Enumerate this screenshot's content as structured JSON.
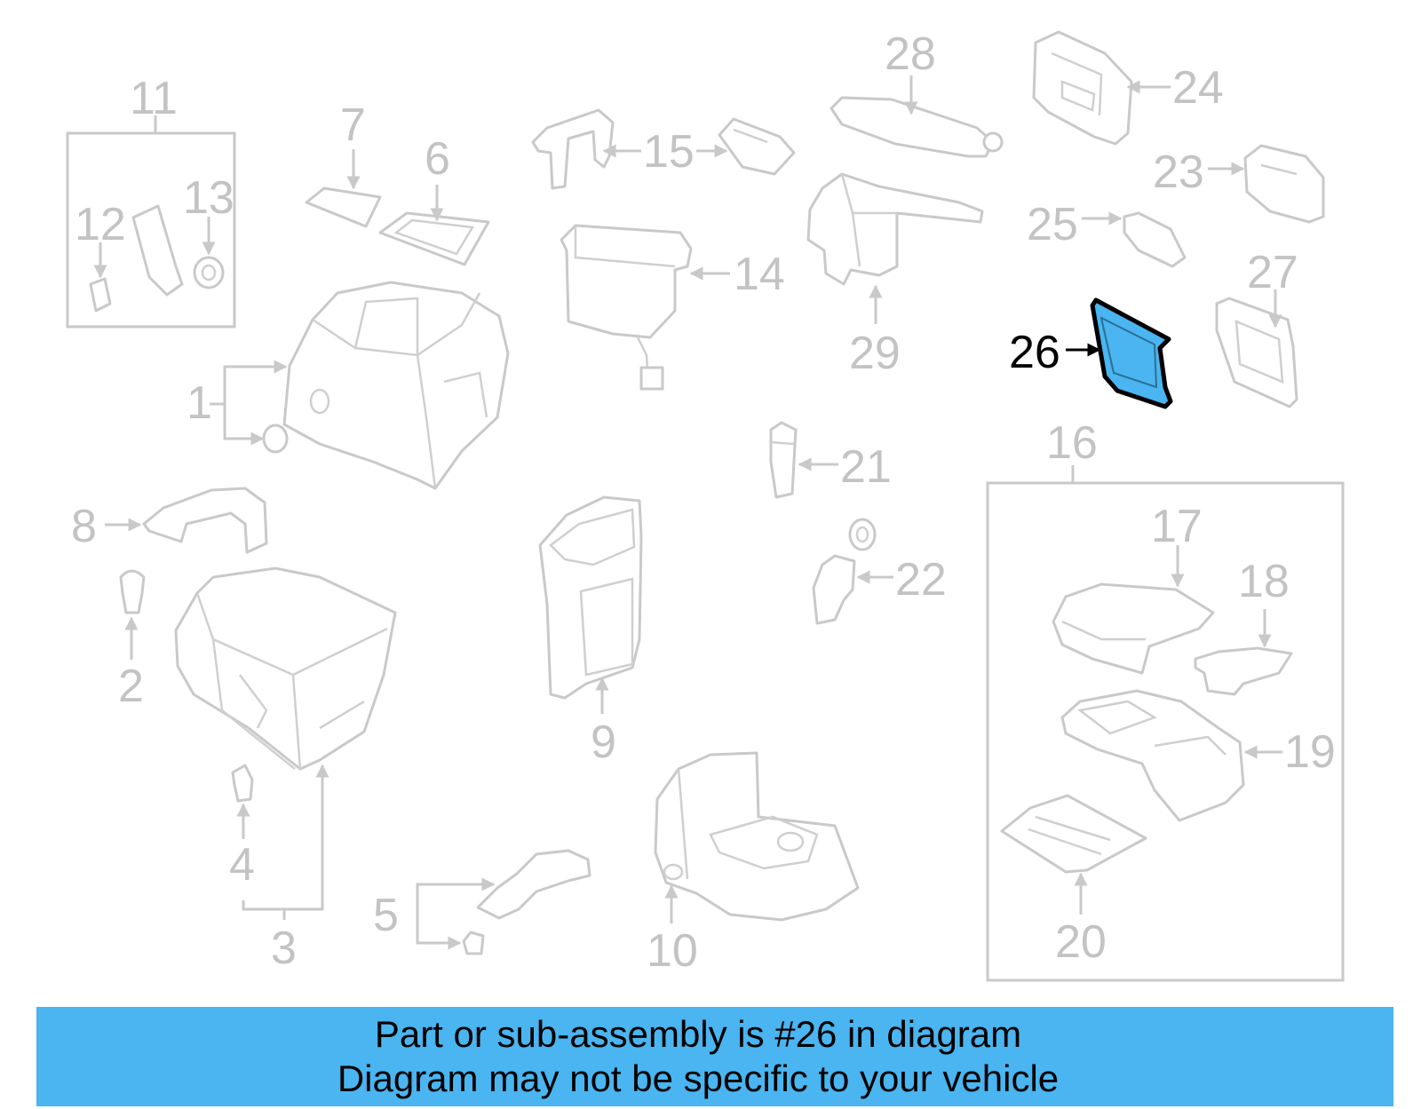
{
  "highlight_color": "#4ab5f0",
  "callouts": {
    "c1": "1",
    "c2": "2",
    "c3": "3",
    "c4": "4",
    "c5": "5",
    "c6": "6",
    "c7": "7",
    "c8": "8",
    "c9": "9",
    "c10": "10",
    "c11": "11",
    "c12": "12",
    "c13": "13",
    "c14": "14",
    "c15": "15",
    "c16": "16",
    "c17": "17",
    "c18": "18",
    "c19": "19",
    "c20": "20",
    "c21": "21",
    "c22": "22",
    "c23": "23",
    "c24": "24",
    "c25": "25",
    "c26": "26",
    "c27": "27",
    "c28": "28",
    "c29": "29"
  },
  "highlighted_part": "26",
  "footer": {
    "line1": "Part or sub-assembly is #26 in diagram",
    "line2": "Diagram may not be specific to your vehicle"
  }
}
